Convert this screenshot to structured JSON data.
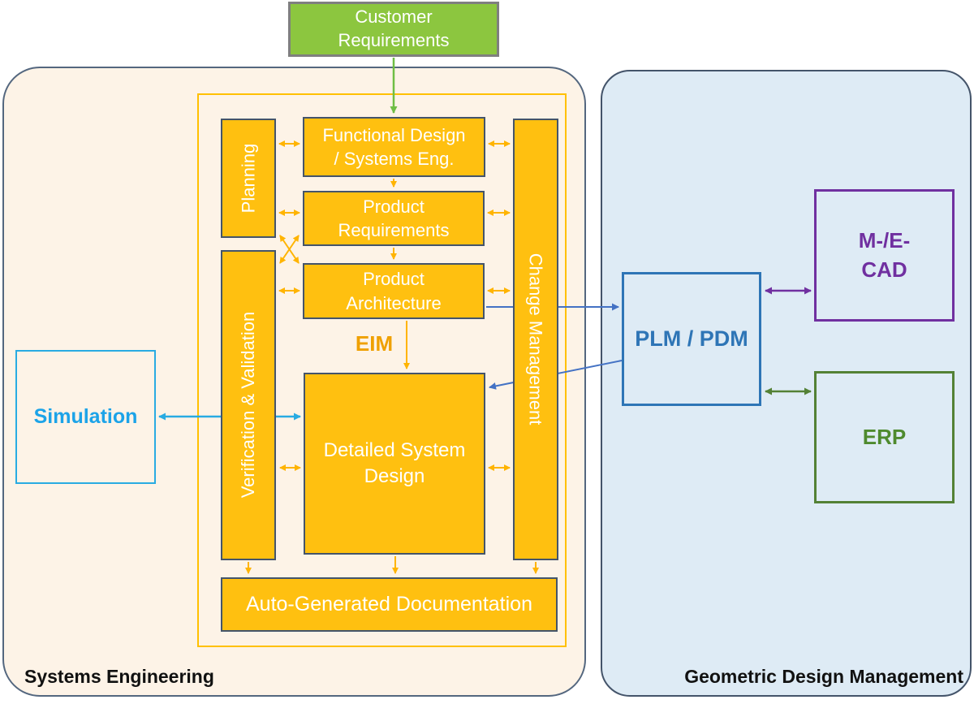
{
  "diagram_title": "Systems Engineering / Geometric Design Management process diagram",
  "panels": {
    "systems_engineering": {
      "label": "Systems Engineering"
    },
    "geometric_design_management": {
      "label": "Geometric Design Management"
    }
  },
  "boxes": {
    "customer_requirements": {
      "label": "Customer\nRequirements"
    },
    "planning": {
      "label": "Planning"
    },
    "functional_design": {
      "label": "Functional Design\n/ Systems Eng."
    },
    "product_requirements": {
      "label": "Product\nRequirements"
    },
    "product_architecture": {
      "label": "Product\nArchitecture"
    },
    "detailed_system_design": {
      "label": "Detailed System\nDesign"
    },
    "verification_validation": {
      "label": "Verification & Validation"
    },
    "change_management": {
      "label": "Change Management"
    },
    "auto_generated_documentation": {
      "label": "Auto-Generated Documentation"
    },
    "simulation": {
      "label": "Simulation"
    },
    "plm_pdm": {
      "label": "PLM / PDM"
    },
    "me_cad": {
      "label": "M-/E-\nCAD"
    },
    "erp": {
      "label": "ERP"
    }
  },
  "annotations": {
    "eim": {
      "label": "EIM"
    }
  },
  "colors": {
    "process_box_fill": "#FFC010",
    "process_box_border": "#44546A",
    "orange_arrow": "#FFB400",
    "inner_frame": "#FFC000",
    "customer_requirements_fill": "#8CC63F",
    "customer_requirements_border": "#7F7F7F",
    "green_arrow": "#6FBE44",
    "se_panel_fill": "#FDF3E7",
    "gdm_panel_fill": "#DEEBF5",
    "panel_border": "#44546A",
    "simulation_accent": "#29ABE2",
    "plm_accent": "#2E75B6",
    "blue_arrow": "#4472C4",
    "cad_accent": "#7030A0",
    "erp_accent": "#538135",
    "eim_text": "#EFA000",
    "panel_label_text": "#111111"
  }
}
